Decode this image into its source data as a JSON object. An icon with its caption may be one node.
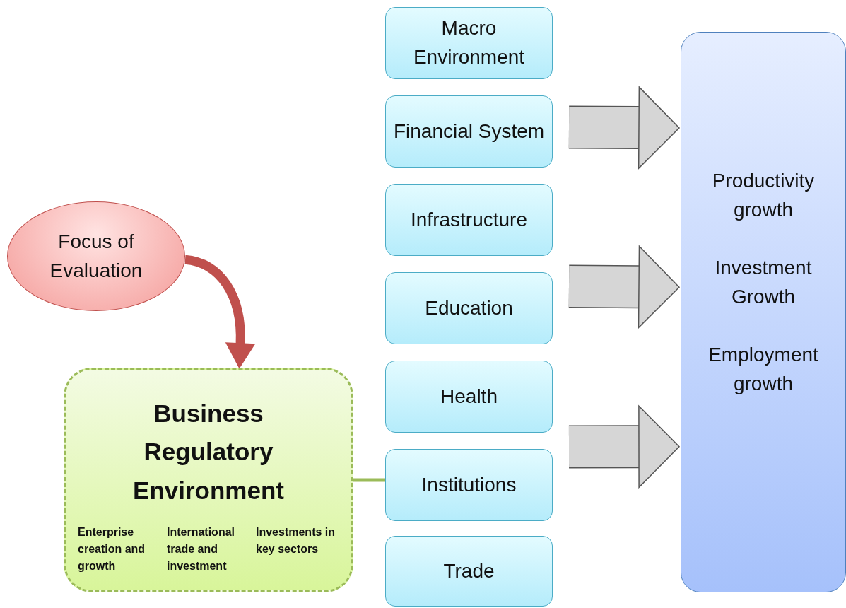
{
  "diagram": {
    "nodes": [
      {
        "text": [
          "Focus of Evaluation"
        ]
      },
      {
        "text": [
          "Business Regulatory Environment",
          "Enterprise creation and growth",
          "International trade and investment",
          "Investments in key sectors"
        ]
      },
      {
        "text": [
          "Macro Environment"
        ]
      },
      {
        "text": [
          "Financial System"
        ]
      },
      {
        "text": [
          "Infrastructure"
        ]
      },
      {
        "text": [
          "Education"
        ]
      },
      {
        "text": [
          "Health"
        ]
      },
      {
        "text": [
          "Institutions"
        ]
      },
      {
        "text": [
          "Trade"
        ]
      },
      {
        "text": [
          "Productivity growth",
          "Investment Growth",
          "Employment growth"
        ]
      }
    ],
    "edges": [
      {
        "from": 0,
        "to": 1,
        "arrow": "to",
        "color": "#c0504d"
      },
      {
        "from": 1,
        "to": 7,
        "arrow": "none",
        "color": "#9bbb59"
      },
      {
        "from": null,
        "to": 9,
        "arrow": "to"
      },
      {
        "from": null,
        "to": 9,
        "arrow": "to"
      },
      {
        "from": null,
        "to": 9,
        "arrow": "to"
      }
    ]
  }
}
